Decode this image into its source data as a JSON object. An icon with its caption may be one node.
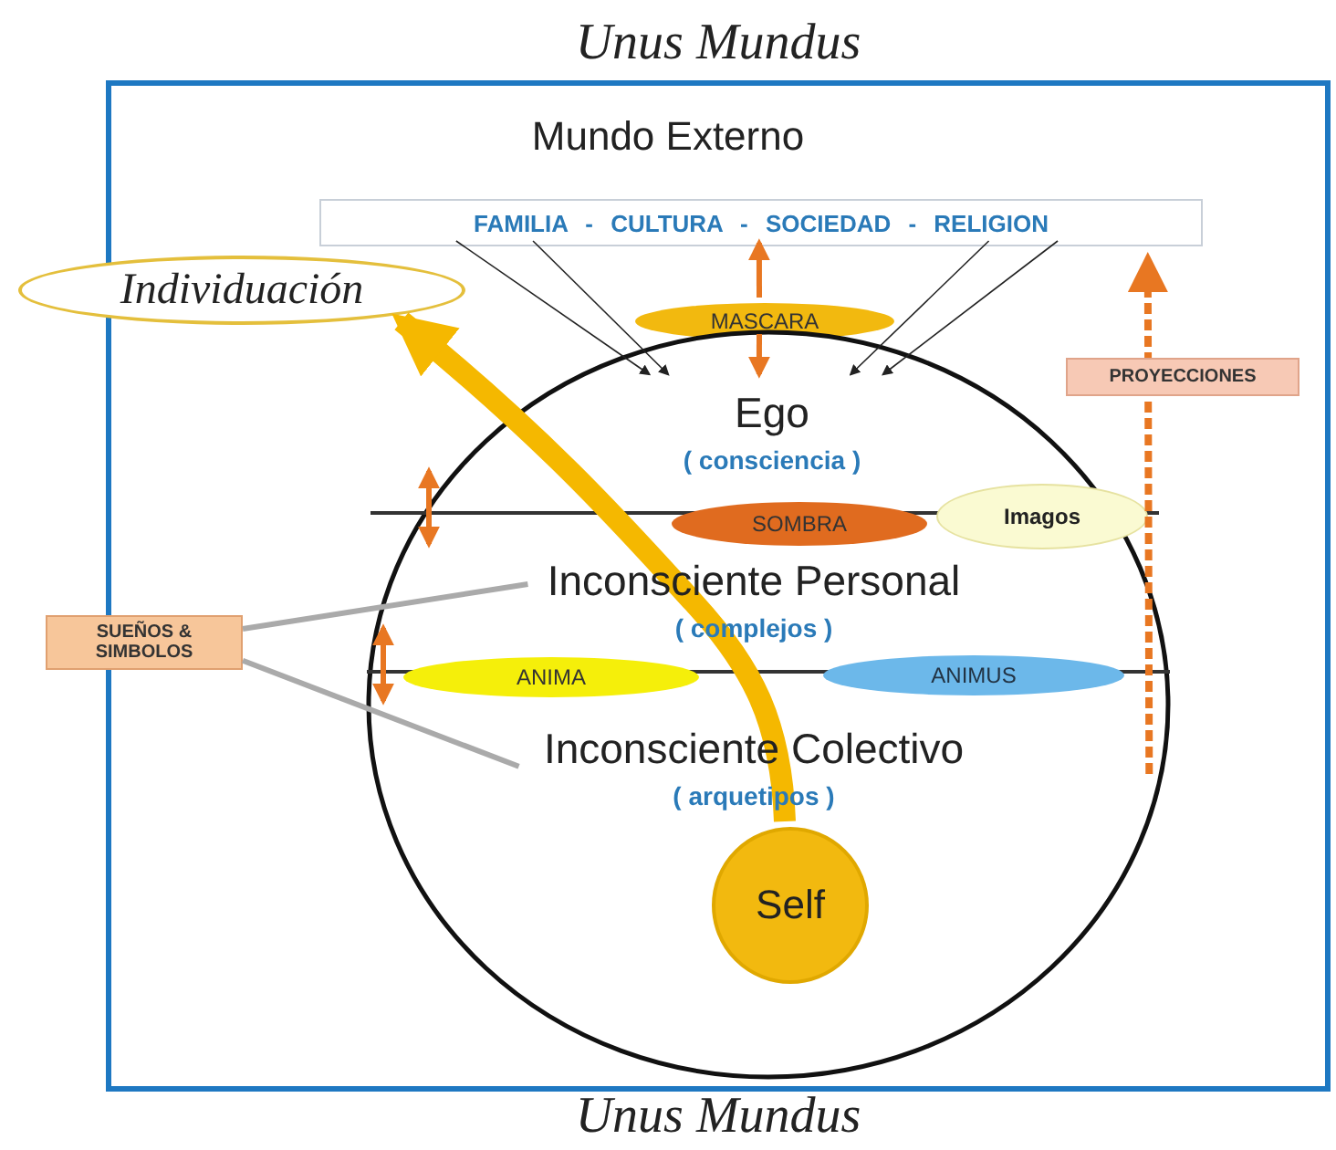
{
  "diagram": {
    "nodes": [
      {
        "text": [
          "Unus Mundus"
        ],
        "beside": [
          "Unus Mundus"
        ]
      },
      {
        "text": [
          "FAMILIA - CULTURA - SOCIEDAD - RELIGION"
        ],
        "in": 0
      },
      {
        "text": [
          "Individuación"
        ]
      },
      {
        "text": [
          "MASCARA"
        ],
        "in": 0
      },
      {
        "text": [],
        "shape": "circle",
        "in": 0
      },
      {
        "text": [
          "Ego",
          "( consciencia )"
        ],
        "in": 4
      },
      {
        "text": [
          "SOMBRA"
        ],
        "in": 4
      },
      {
        "text": [
          "Imagos"
        ],
        "in": 4
      },
      {
        "text": [
          "Inconsciente Personal",
          "( complejos )"
        ],
        "in": 4
      },
      {
        "text": [
          "ANIMA"
        ],
        "in": 4
      },
      {
        "text": [
          "ANIMUS"
        ],
        "in": 4
      },
      {
        "text": [
          "Inconsciente Colectivo",
          "( arquetipos )"
        ],
        "in": 4
      },
      {
        "text": [
          "Self"
        ],
        "in": 4
      },
      {
        "text": [
          "SUEÑOS & SIMBOLOS"
        ]
      }
    ],
    "edges": [
      {
        "from": 12,
        "to": 2,
        "arrow": "to",
        "style": "thick",
        "color": "#f5b800"
      },
      {
        "from": 1,
        "to": 5,
        "arrow": "to"
      },
      {
        "from": 1,
        "to": 5,
        "arrow": "to"
      },
      {
        "from": 1,
        "to": 5,
        "arrow": "to"
      },
      {
        "from": 1,
        "to": 5,
        "arrow": "to"
      },
      {
        "from": 3,
        "to": 1,
        "arrow": "to",
        "color": "#e87722"
      },
      {
        "from": 3,
        "to": 5,
        "arrow": "to",
        "color": "#e87722"
      },
      {
        "from": 13,
        "to": 8,
        "arrow": "none",
        "color": "#aaaaaa"
      },
      {
        "from": 13,
        "to": 11,
        "arrow": "none",
        "color": "#aaaaaa"
      },
      {
        "from": 4,
        "to": 1,
        "arrow": "to",
        "style": "dashed",
        "color": "#e87722",
        "label": "PROYECCIONES"
      }
    ],
    "labels": [
      "Mundo Externo"
    ]
  }
}
